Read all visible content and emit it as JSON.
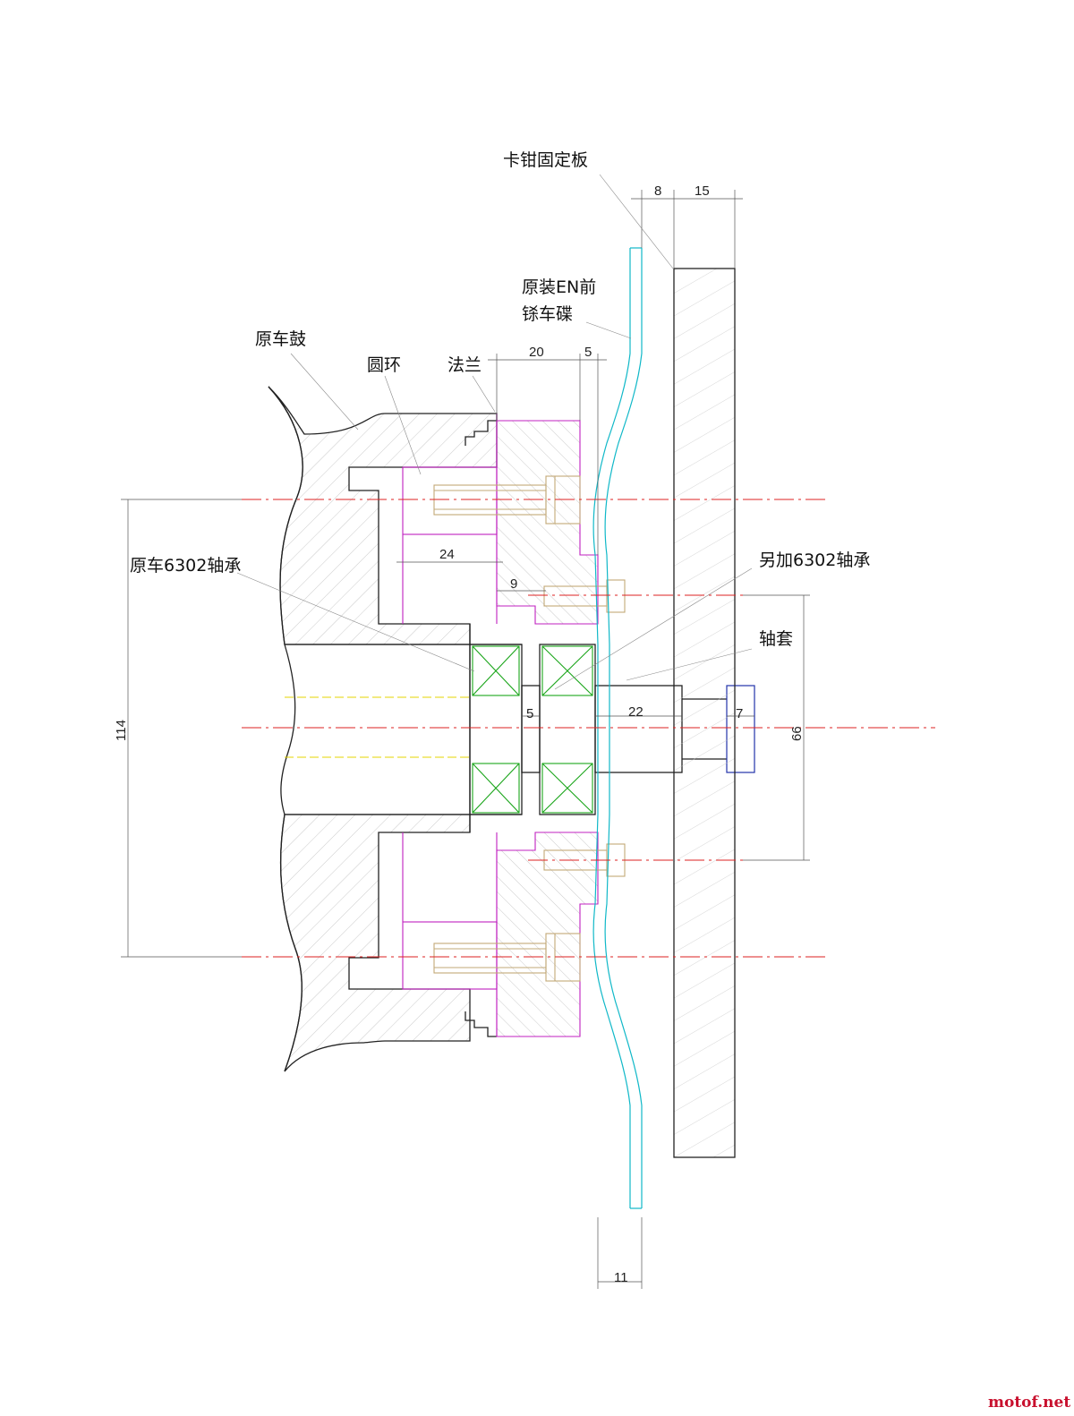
{
  "labels": {
    "caliper_plate": "卡钳固定板",
    "original_disc_line1": "原装EN前",
    "original_disc_line2": "铩车碟",
    "original_drum": "原车鼓",
    "ring": "圆环",
    "flange": "法兰",
    "original_bearing": "原车6302轴承",
    "extra_bearing": "另加6302轴承",
    "sleeve": "轴套"
  },
  "dimensions": {
    "d8": "8",
    "d15": "15",
    "d20": "20",
    "d5_top": "5",
    "d24": "24",
    "d9": "9",
    "d5_mid": "5",
    "d22": "22",
    "d7": "7",
    "d114": "114",
    "d66": "66",
    "d11": "11"
  },
  "watermark": "motof.net"
}
